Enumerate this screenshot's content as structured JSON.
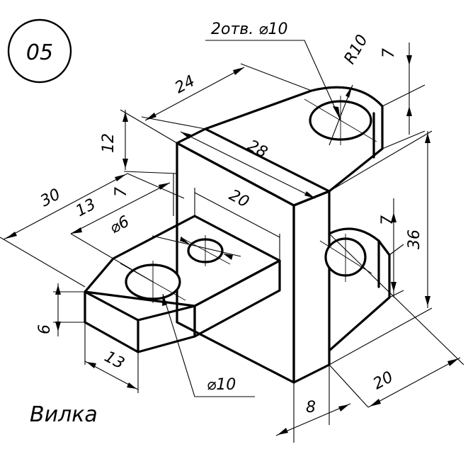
{
  "drawing": {
    "number": "05",
    "title": "Вилка",
    "dimensions": {
      "holes_callout": "2отв. ⌀10",
      "radius": "R10",
      "top_offset": "7",
      "top_width": "24",
      "top_length": "28",
      "top_height": "12",
      "overall_depth": "30",
      "step": "7",
      "hole_offset": "13",
      "small_hole": "⌀6",
      "slot_length": "20",
      "base_height": "6",
      "base_width": "13",
      "bottom_hole": "⌀10",
      "side_offset": "7",
      "overall_height": "36",
      "wall_thickness": "8",
      "side_length": "20"
    }
  }
}
